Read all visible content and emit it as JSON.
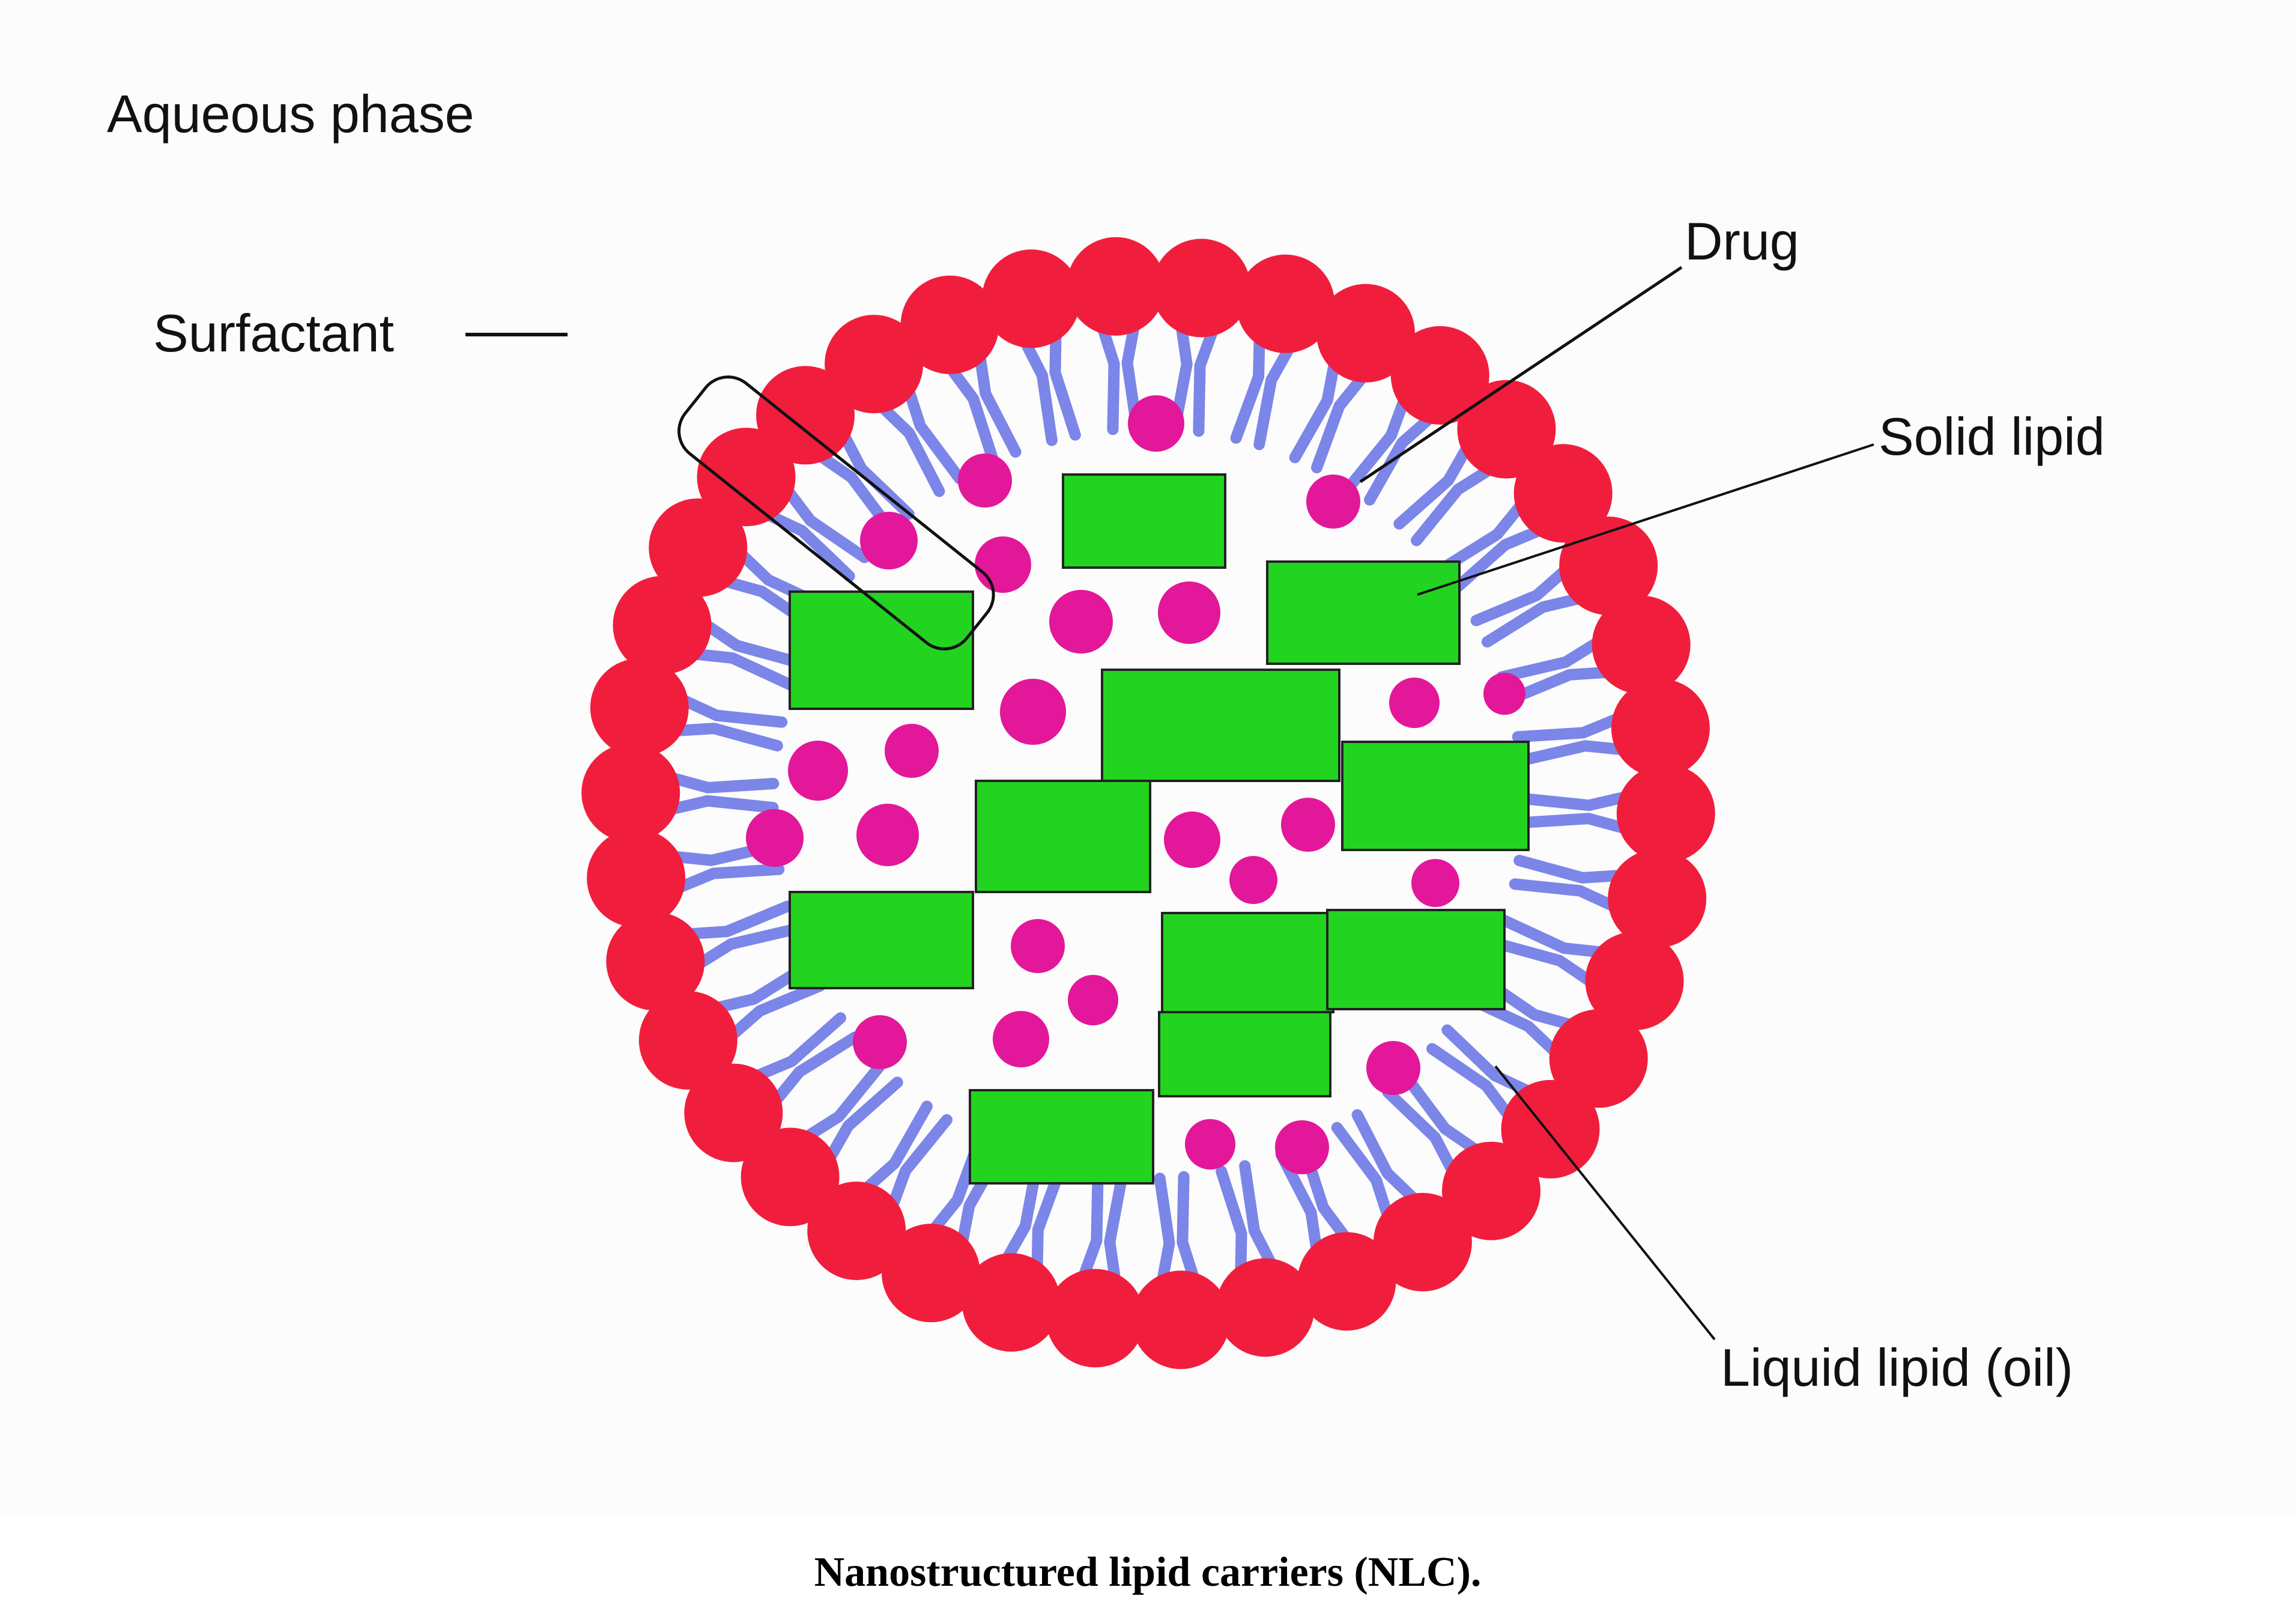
{
  "labels": {
    "aqueous_phase": "Aqueous phase",
    "surfactant": "Surfactant",
    "drug": "Drug",
    "solid_lipid": "Solid lipid",
    "liquid_lipid": "Liquid lipid (oil)"
  },
  "caption": "Nanostructured lipid carriers (NLC).",
  "colors": {
    "background_panel": "#fcfcfc",
    "surfactant_head": "#f01e3c",
    "surfactant_tail": "#7b86e8",
    "drug": "#e3179a",
    "solid_lipid": "#22d41f",
    "leader_line": "#111111"
  },
  "surfactant_count": 38
}
